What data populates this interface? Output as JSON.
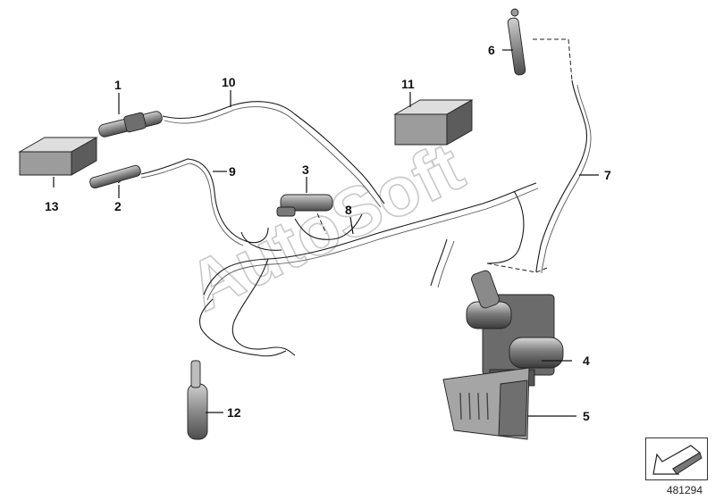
{
  "diagram": {
    "watermark": "AutoSoft",
    "drawing_number": "481294",
    "callouts": [
      {
        "id": "1",
        "label": "1"
      },
      {
        "id": "2",
        "label": "2"
      },
      {
        "id": "3",
        "label": "3"
      },
      {
        "id": "4",
        "label": "4"
      },
      {
        "id": "5",
        "label": "5"
      },
      {
        "id": "6",
        "label": "6"
      },
      {
        "id": "7",
        "label": "7"
      },
      {
        "id": "8",
        "label": "8"
      },
      {
        "id": "9",
        "label": "9"
      },
      {
        "id": "10",
        "label": "10"
      },
      {
        "id": "11",
        "label": "11"
      },
      {
        "id": "12",
        "label": "12"
      },
      {
        "id": "13",
        "label": "13"
      }
    ],
    "nav_icon": "arrow-down-left-icon",
    "colors": {
      "line": "#1a1a1a",
      "part_fill": "#9a9a9a",
      "part_dark": "#5f5f5f",
      "watermark_stroke": "#c8c8c8"
    }
  }
}
